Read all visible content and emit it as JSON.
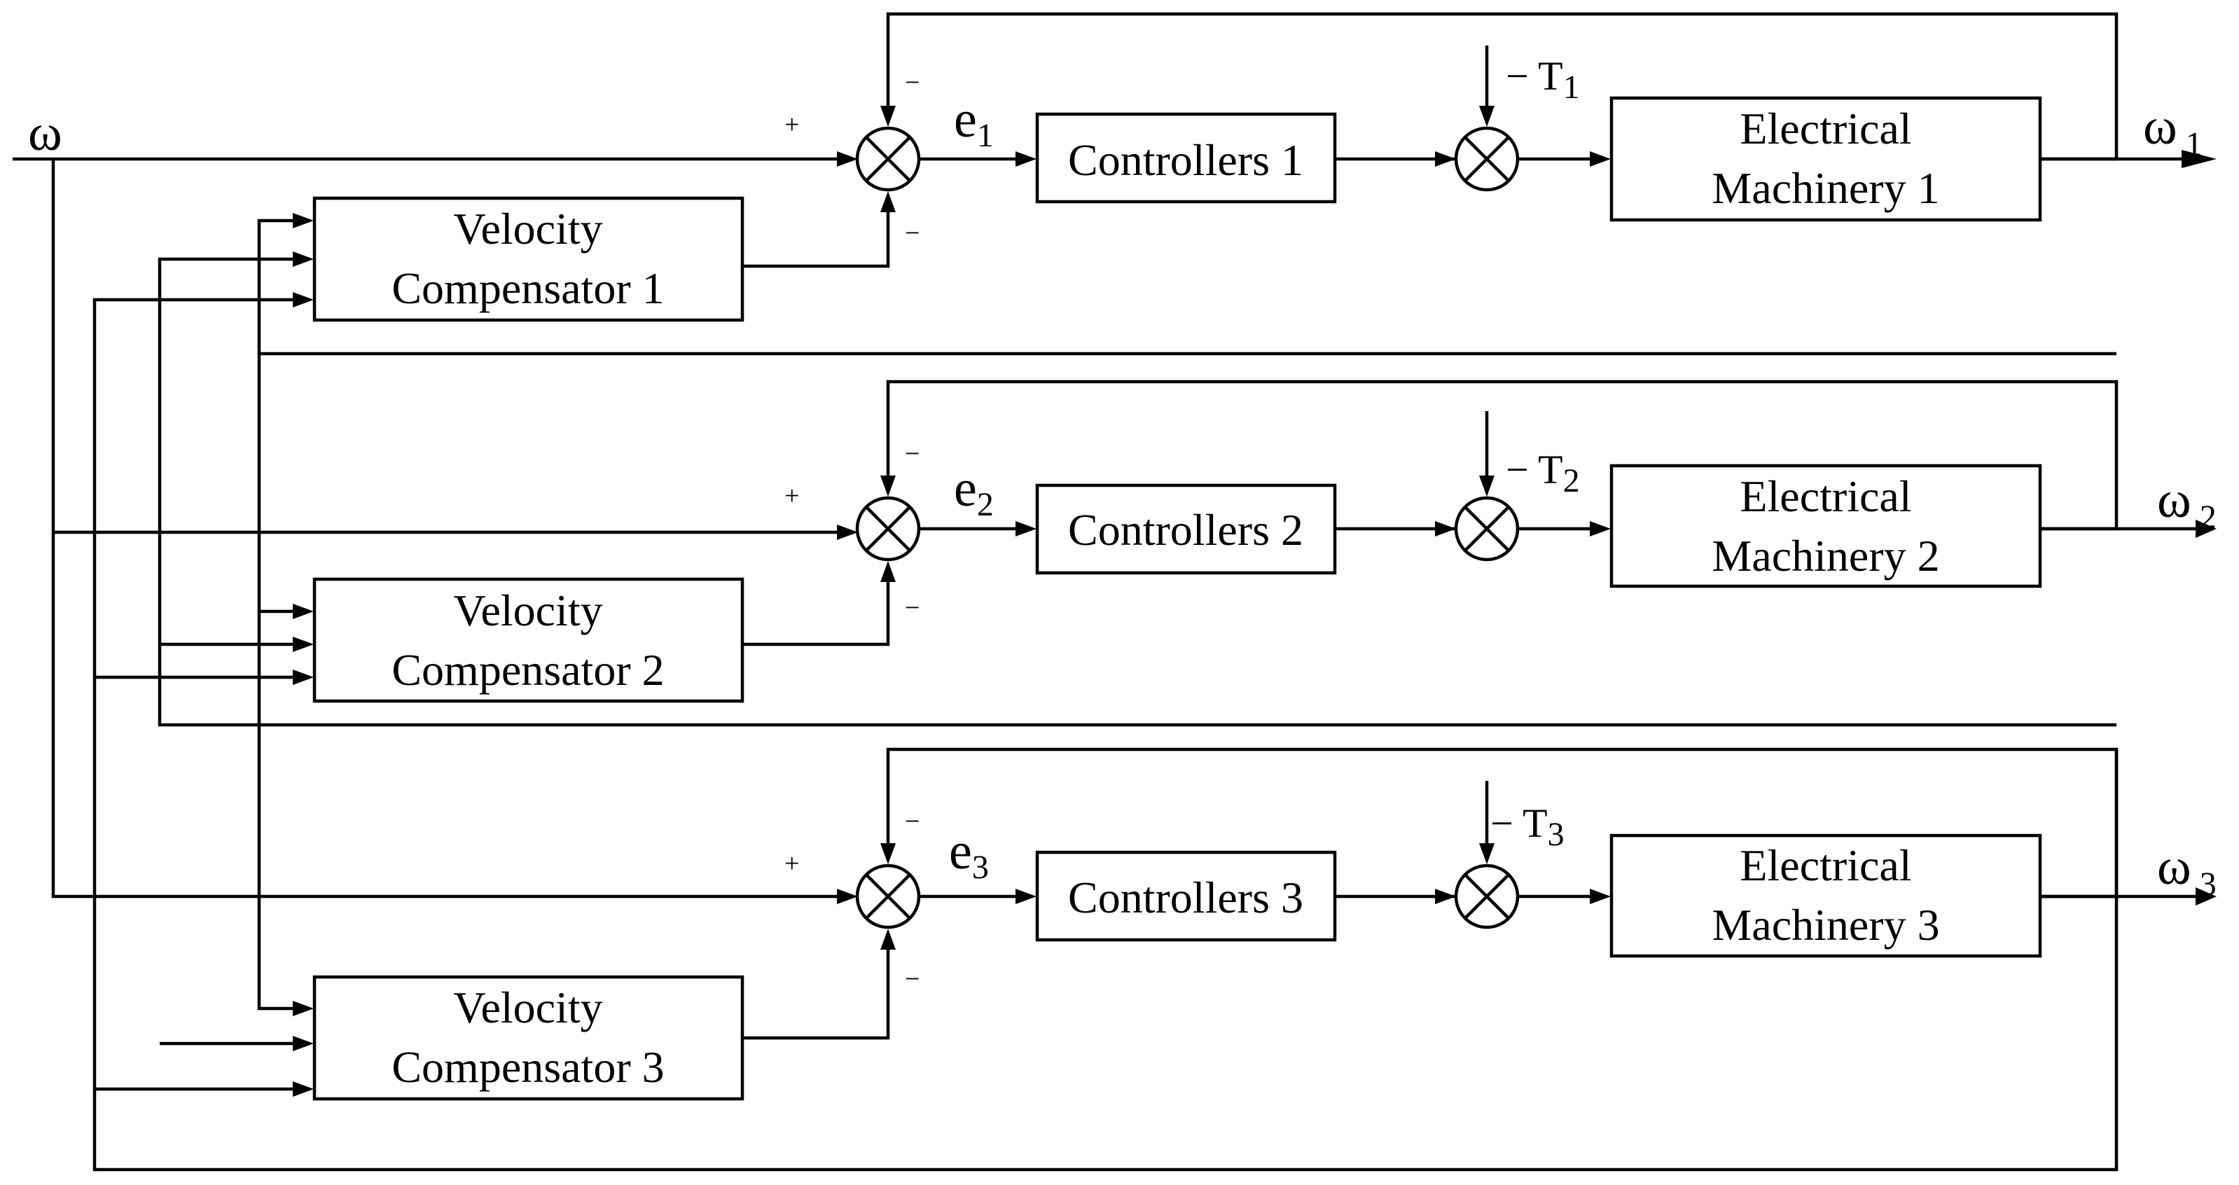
{
  "input_label": "ω",
  "plus_sign": "+",
  "minus_sign": "−",
  "channels": [
    {
      "error_letter": "e",
      "error_index": "1",
      "controller": "Controllers 1",
      "disturbance_prefix": "− T",
      "disturbance_index": "1",
      "machine_line1": "Electrical",
      "machine_line2": "Machinery 1",
      "output_letter": "ω",
      "output_index": "1",
      "compensator_line1": "Velocity",
      "compensator_line2": "Compensator 1"
    },
    {
      "error_letter": "e",
      "error_index": "2",
      "controller": "Controllers 2",
      "disturbance_prefix": "− T",
      "disturbance_index": "2",
      "machine_line1": "Electrical",
      "machine_line2": "Machinery 2",
      "output_letter": "ω",
      "output_index": "2",
      "compensator_line1": "Velocity",
      "compensator_line2": "Compensator 2"
    },
    {
      "error_letter": "e",
      "error_index": "3",
      "controller": "Controllers 3",
      "disturbance_prefix": "− T",
      "disturbance_index": "3",
      "machine_line1": "Electrical",
      "machine_line2": "Machinery 3",
      "output_letter": "ω",
      "output_index": "3",
      "compensator_line1": "Velocity",
      "compensator_line2": "Compensator 3"
    }
  ]
}
